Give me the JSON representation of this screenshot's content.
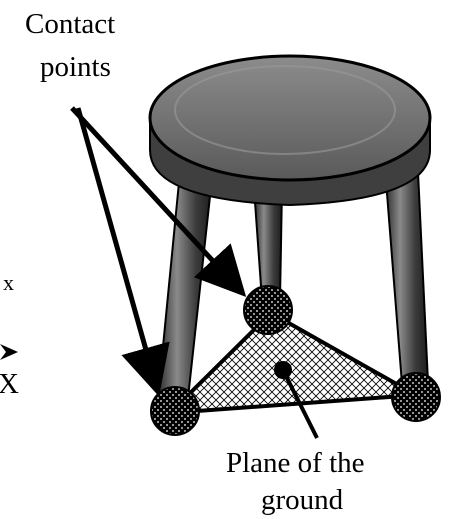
{
  "labels": {
    "contact_line1": "Contact",
    "contact_line2": "points",
    "plane_line1": "Plane of the",
    "plane_line2": "ground",
    "left_x_small": "x",
    "left_x_large": "X"
  },
  "colors": {
    "ink": "#000000",
    "seat": "#6e6e6e",
    "seat_dark": "#3a3a3a",
    "leg": "#4a4a4a",
    "plane_fill": "#ffffff",
    "background": "#ffffff"
  },
  "icons": {
    "contact": "dotted-ball-icon",
    "arrow": "arrow-icon"
  }
}
